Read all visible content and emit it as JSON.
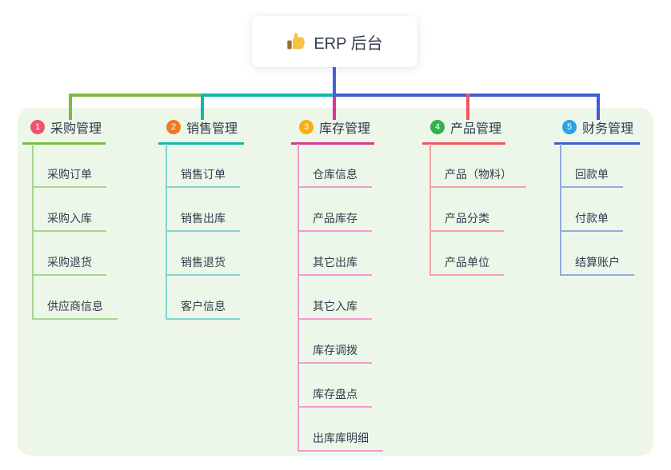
{
  "root": {
    "title": "ERP 后台",
    "icon": "thumbs-up-icon"
  },
  "connector_color": "#4560DA",
  "panel_color": "#EDF7E9",
  "branches": [
    {
      "number": "1",
      "label": "采购管理",
      "color": "#7CBB3F",
      "light_color": "#A9D48C",
      "badge_color": "#F25270",
      "children": [
        "采购订单",
        "采购入库",
        "采购退货",
        "供应商信息"
      ]
    },
    {
      "number": "2",
      "label": "销售管理",
      "color": "#12B7AC",
      "light_color": "#82D6CF",
      "badge_color": "#F2791F",
      "children": [
        "销售订单",
        "销售出库",
        "销售退货",
        "客户信息"
      ]
    },
    {
      "number": "3",
      "label": "库存管理",
      "color": "#D9368F",
      "light_color": "#F29BCB",
      "badge_color": "#F7AE16",
      "children": [
        "仓库信息",
        "产品库存",
        "其它出库",
        "其它入库",
        "库存调拨",
        "库存盘点",
        "出库库明细"
      ]
    },
    {
      "number": "4",
      "label": "产品管理",
      "color": "#F4555E",
      "light_color": "#F8A2A6",
      "badge_color": "#31B24B",
      "children": [
        "产品（物料）",
        "产品分类",
        "产品单位"
      ]
    },
    {
      "number": "5",
      "label": "财务管理",
      "color": "#3F5CD9",
      "light_color": "#96A9E3",
      "badge_color": "#29A4E9",
      "children": [
        "回款单",
        "付款单",
        "结算账户"
      ]
    }
  ]
}
